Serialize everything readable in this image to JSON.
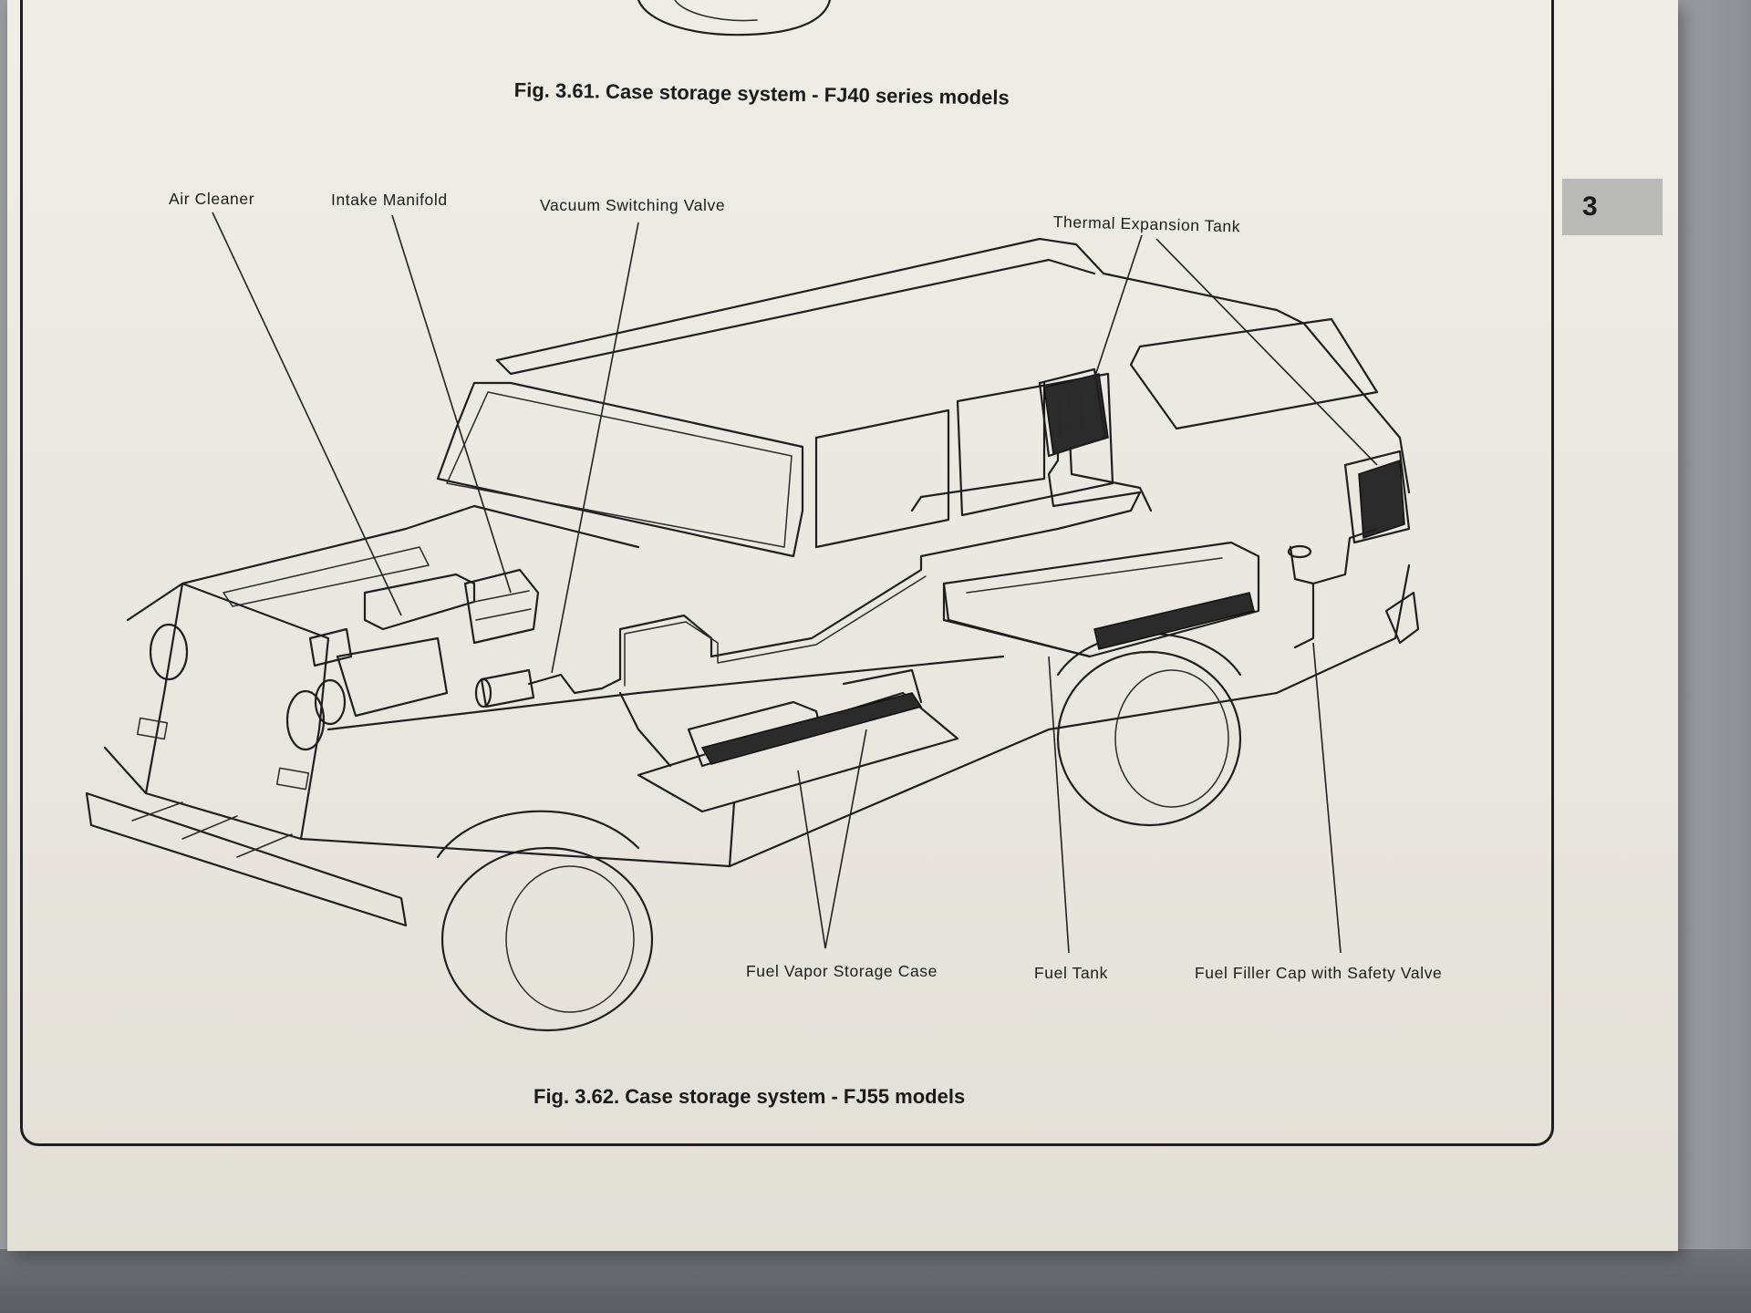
{
  "tab_number": "3",
  "captions": {
    "fig_361": "Fig. 3.61. Case storage system - FJ40 series models",
    "fig_362": "Fig. 3.62. Case storage system - FJ55 models"
  },
  "labels": {
    "air_cleaner": "Air Cleaner",
    "intake_manifold": "Intake Manifold",
    "vacuum_switching_valve": "Vacuum Switching Valve",
    "thermal_expansion_tank": "Thermal Expansion Tank",
    "fuel_vapor_storage_case": "Fuel Vapor Storage Case",
    "fuel_tank": "Fuel Tank",
    "fuel_filler_cap": "Fuel Filler Cap with Safety Valve"
  }
}
